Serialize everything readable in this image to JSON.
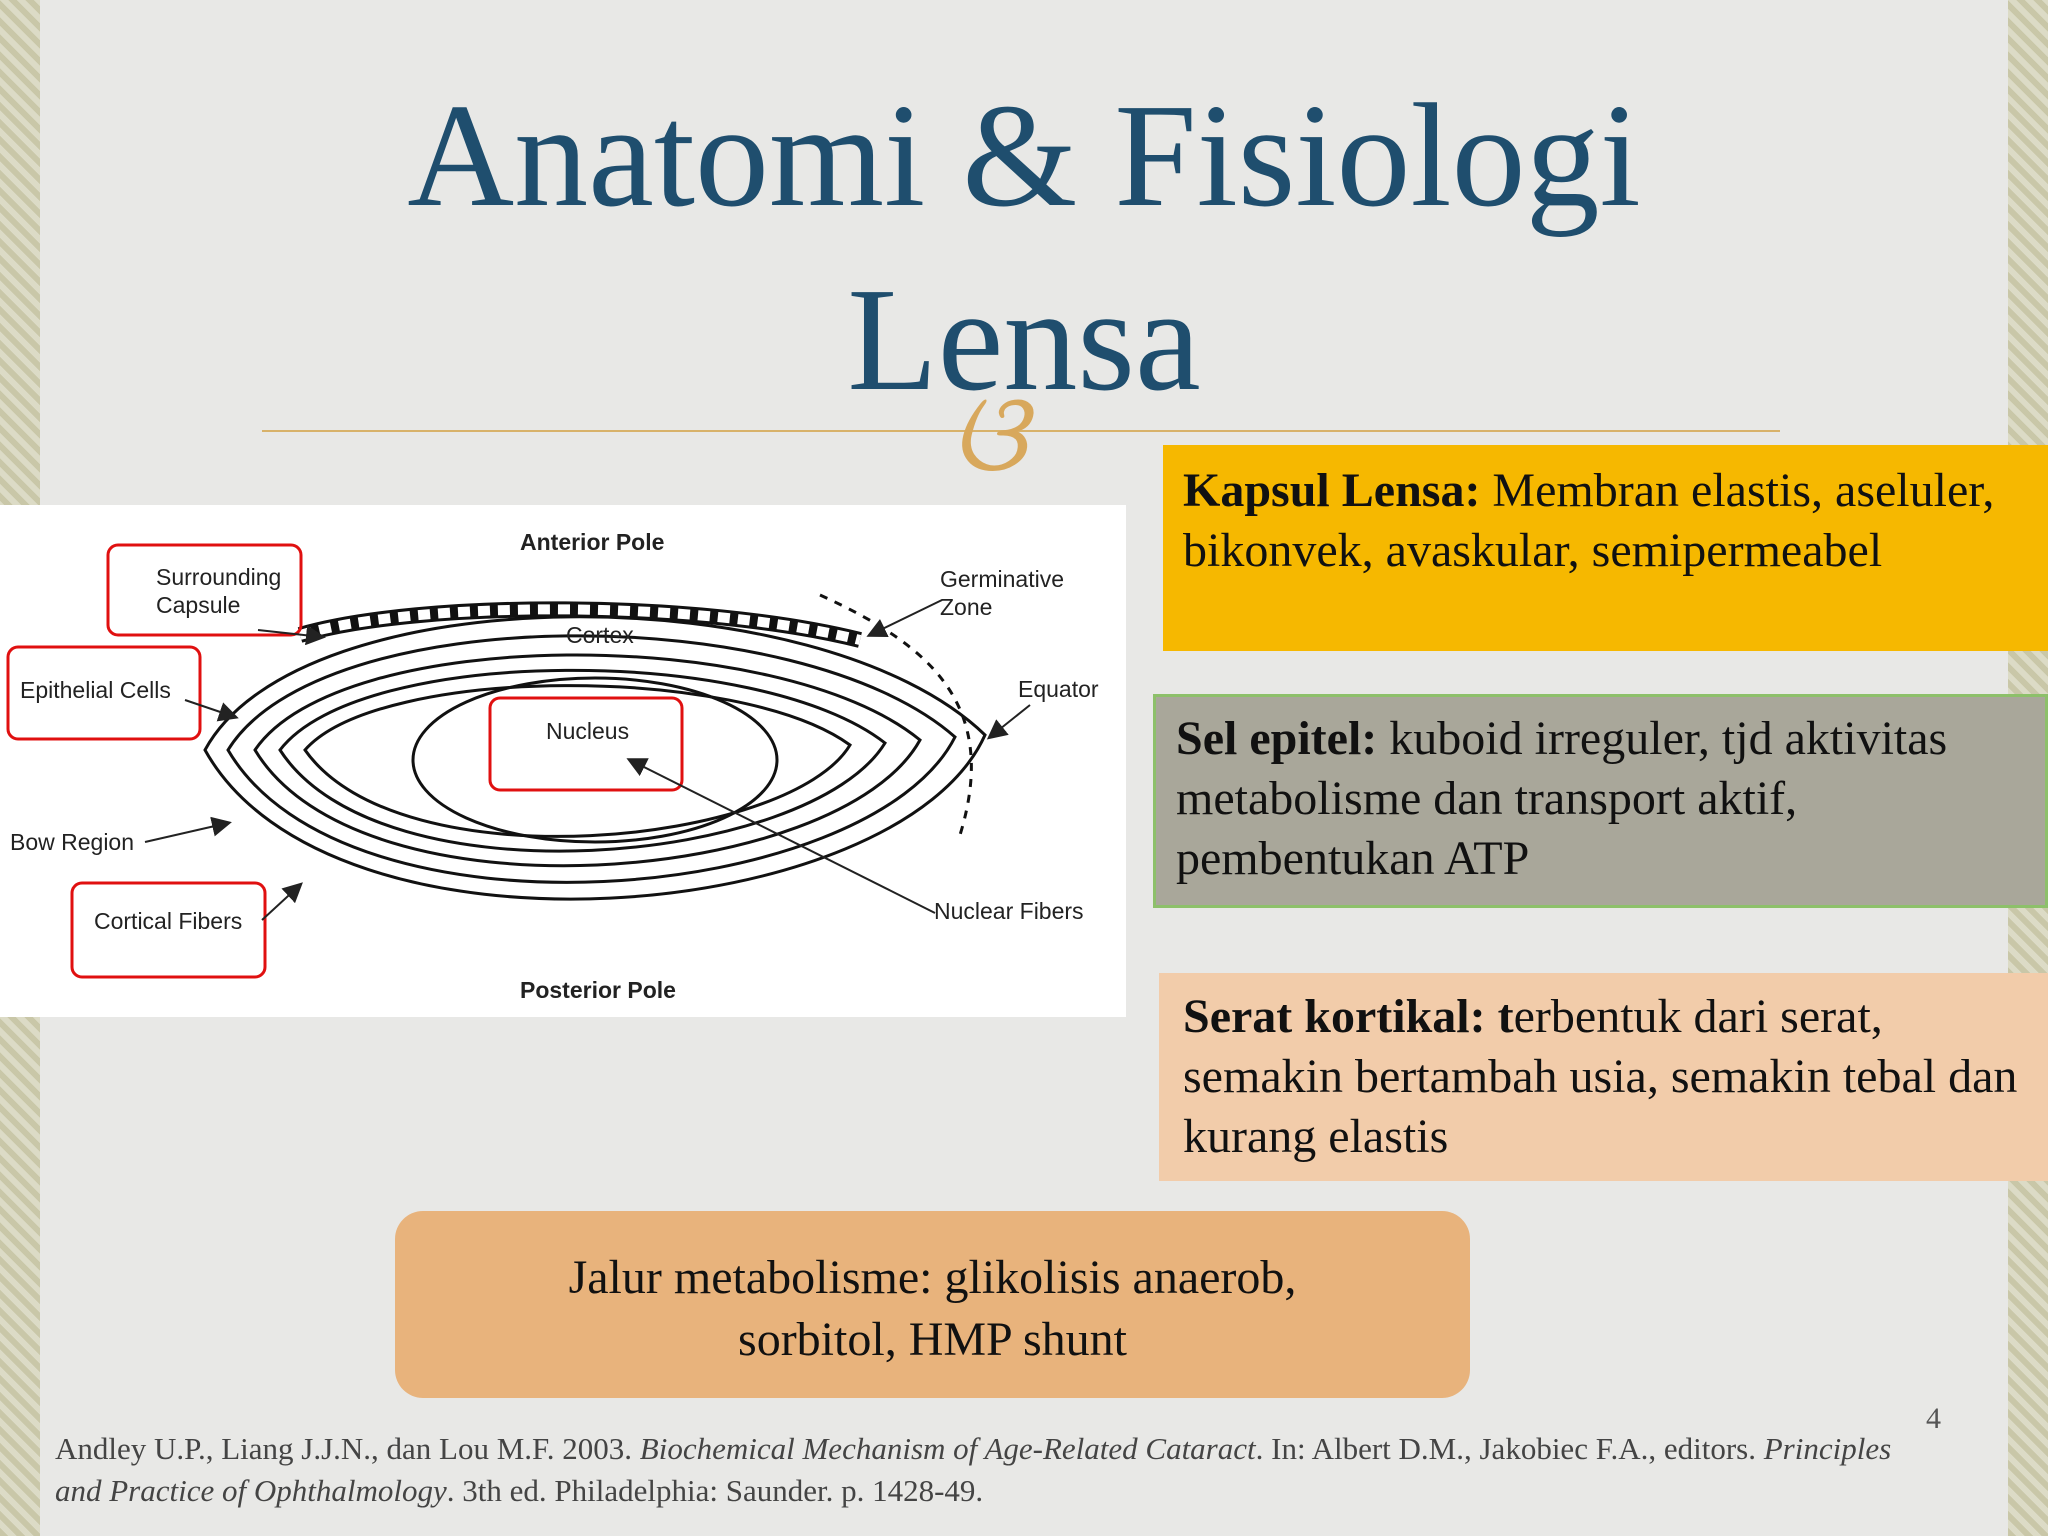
{
  "title": {
    "line1": "Anatomi & Fisiologi",
    "line2": "Lensa",
    "ornament": "ଓ"
  },
  "diagram": {
    "labels": {
      "anterior_pole": "Anterior Pole",
      "posterior_pole": "Posterior Pole",
      "surrounding_capsule_1": "Surrounding",
      "surrounding_capsule_2": "Capsule",
      "epithelial_cells": "Epithelial Cells",
      "cortex": "Cortex",
      "nucleus": "Nucleus",
      "germinative_zone_1": "Germinative",
      "germinative_zone_2": "Zone",
      "equator": "Equator",
      "bow_region": "Bow Region",
      "cortical_fibers": "Cortical Fibers",
      "nuclear_fibers": "Nuclear Fibers"
    }
  },
  "boxes": {
    "kapsul": {
      "heading": "Kapsul Lensa:",
      "text": " Membran elastis, aseluler, bikonvek, avaskular, semipermeabel"
    },
    "epitel": {
      "heading": "Sel epitel:",
      "text": " kuboid irreguler, tjd aktivitas metabolisme dan transport aktif, pembentukan ATP"
    },
    "serat": {
      "heading": "Serat kortikal: t",
      "text": "erbentuk dari serat, semakin bertambah usia, semakin tebal dan kurang elastis"
    },
    "jalur": {
      "line1": "Jalur metabolisme: glikolisis anaerob,",
      "line2": "sorbitol, HMP shunt"
    }
  },
  "footnote": {
    "part1": "Andley U.P., Liang J.J.N., dan Lou M.F. 2003. ",
    "italic1": "Biochemical Mechanism of Age-Related Cataract",
    "part2": ". In: Albert D.M., Jakobiec F.A., editors. ",
    "italic2": "Principles and Practice of Ophthalmology",
    "part3": ". 3th ed. Philadelphia: Saunder. p. 1428-49."
  },
  "page_number": "4",
  "colors": {
    "title": "#1f4e6e",
    "accent_gold": "#d8b26a",
    "kapsul_bg": "#f6b800",
    "epitel_bg": "#a9a79a",
    "serat_bg": "#f2ccaa",
    "jalur_bg": "#e8b37c",
    "highlight_red": "#e01010"
  }
}
